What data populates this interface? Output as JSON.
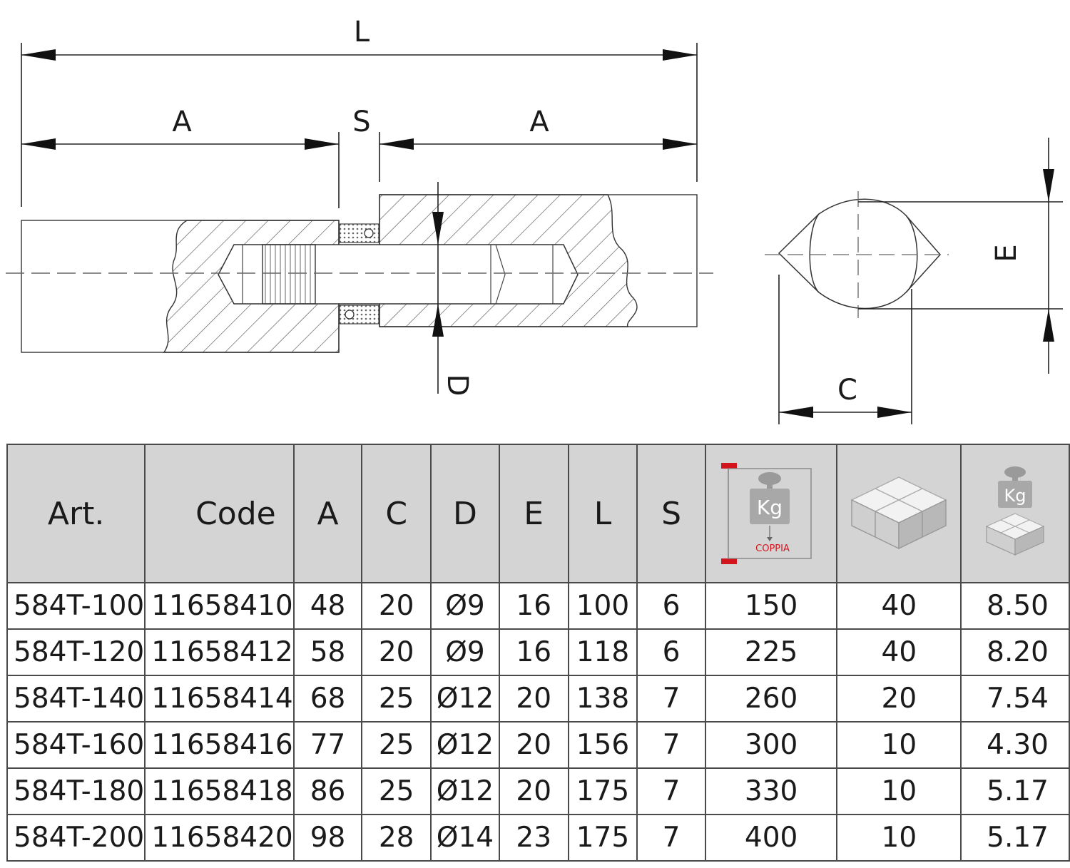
{
  "drawing": {
    "labels": {
      "L": "L",
      "A_left": "A",
      "S": "S",
      "A_right": "A",
      "D": "D",
      "E": "E",
      "C": "C"
    }
  },
  "table": {
    "headers": {
      "art": "Art.",
      "code": "Code",
      "A": "A",
      "C": "C",
      "D": "D",
      "E": "E",
      "L": "L",
      "S": "S"
    },
    "icon_headers": {
      "load": {
        "icon": "weight-kg-pair-icon",
        "kg": "Kg",
        "caption": "COPPIA",
        "accent": "#d4141c"
      },
      "box": {
        "icon": "box-quantity-icon"
      },
      "weight": {
        "icon": "box-weight-icon",
        "kg": "Kg"
      }
    },
    "rows": [
      {
        "art": "584T-100",
        "code": "11658410",
        "A": "48",
        "C": "20",
        "D": "Ø9",
        "E": "16",
        "L": "100",
        "S": "6",
        "load": "150",
        "box": "40",
        "weight": "8.50"
      },
      {
        "art": "584T-120",
        "code": "11658412",
        "A": "58",
        "C": "20",
        "D": "Ø9",
        "E": "16",
        "L": "118",
        "S": "6",
        "load": "225",
        "box": "40",
        "weight": "8.20"
      },
      {
        "art": "584T-140",
        "code": "11658414",
        "A": "68",
        "C": "25",
        "D": "Ø12",
        "E": "20",
        "L": "138",
        "S": "7",
        "load": "260",
        "box": "20",
        "weight": "7.54"
      },
      {
        "art": "584T-160",
        "code": "11658416",
        "A": "77",
        "C": "25",
        "D": "Ø12",
        "E": "20",
        "L": "156",
        "S": "7",
        "load": "300",
        "box": "10",
        "weight": "4.30"
      },
      {
        "art": "584T-180",
        "code": "11658418",
        "A": "86",
        "C": "25",
        "D": "Ø12",
        "E": "20",
        "L": "175",
        "S": "7",
        "load": "330",
        "box": "10",
        "weight": "5.17"
      },
      {
        "art": "584T-200",
        "code": "11658420",
        "A": "98",
        "C": "28",
        "D": "Ø14",
        "E": "23",
        "L": "175",
        "S": "7",
        "load": "400",
        "box": "10",
        "weight": "5.17"
      }
    ]
  }
}
